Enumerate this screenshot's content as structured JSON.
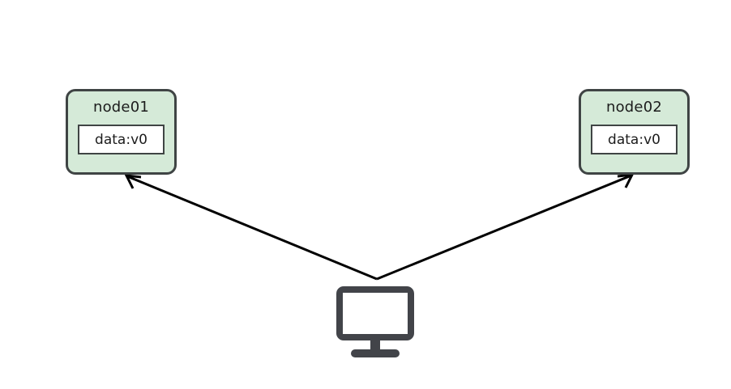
{
  "diagram": {
    "type": "replication-topology",
    "background_color": "#ffffff",
    "nodes": [
      {
        "id": "node01",
        "label": "node01",
        "data_label": "data:v0",
        "fill_color": "#d5ead8",
        "border_color": "#3f4444",
        "data_box_fill": "#ffffff"
      },
      {
        "id": "node02",
        "label": "node02",
        "data_label": "data:v0",
        "fill_color": "#d5ead8",
        "border_color": "#3f4444",
        "data_box_fill": "#ffffff"
      }
    ],
    "client": {
      "icon": "monitor-icon",
      "color": "#424449"
    },
    "edges": [
      {
        "id": "edge-client-to-node01",
        "from": "client",
        "to": "node01",
        "color": "#000000",
        "arrowhead": "open-v"
      },
      {
        "id": "edge-client-to-node02",
        "from": "client",
        "to": "node02",
        "color": "#000000",
        "arrowhead": "open-v"
      }
    ]
  }
}
